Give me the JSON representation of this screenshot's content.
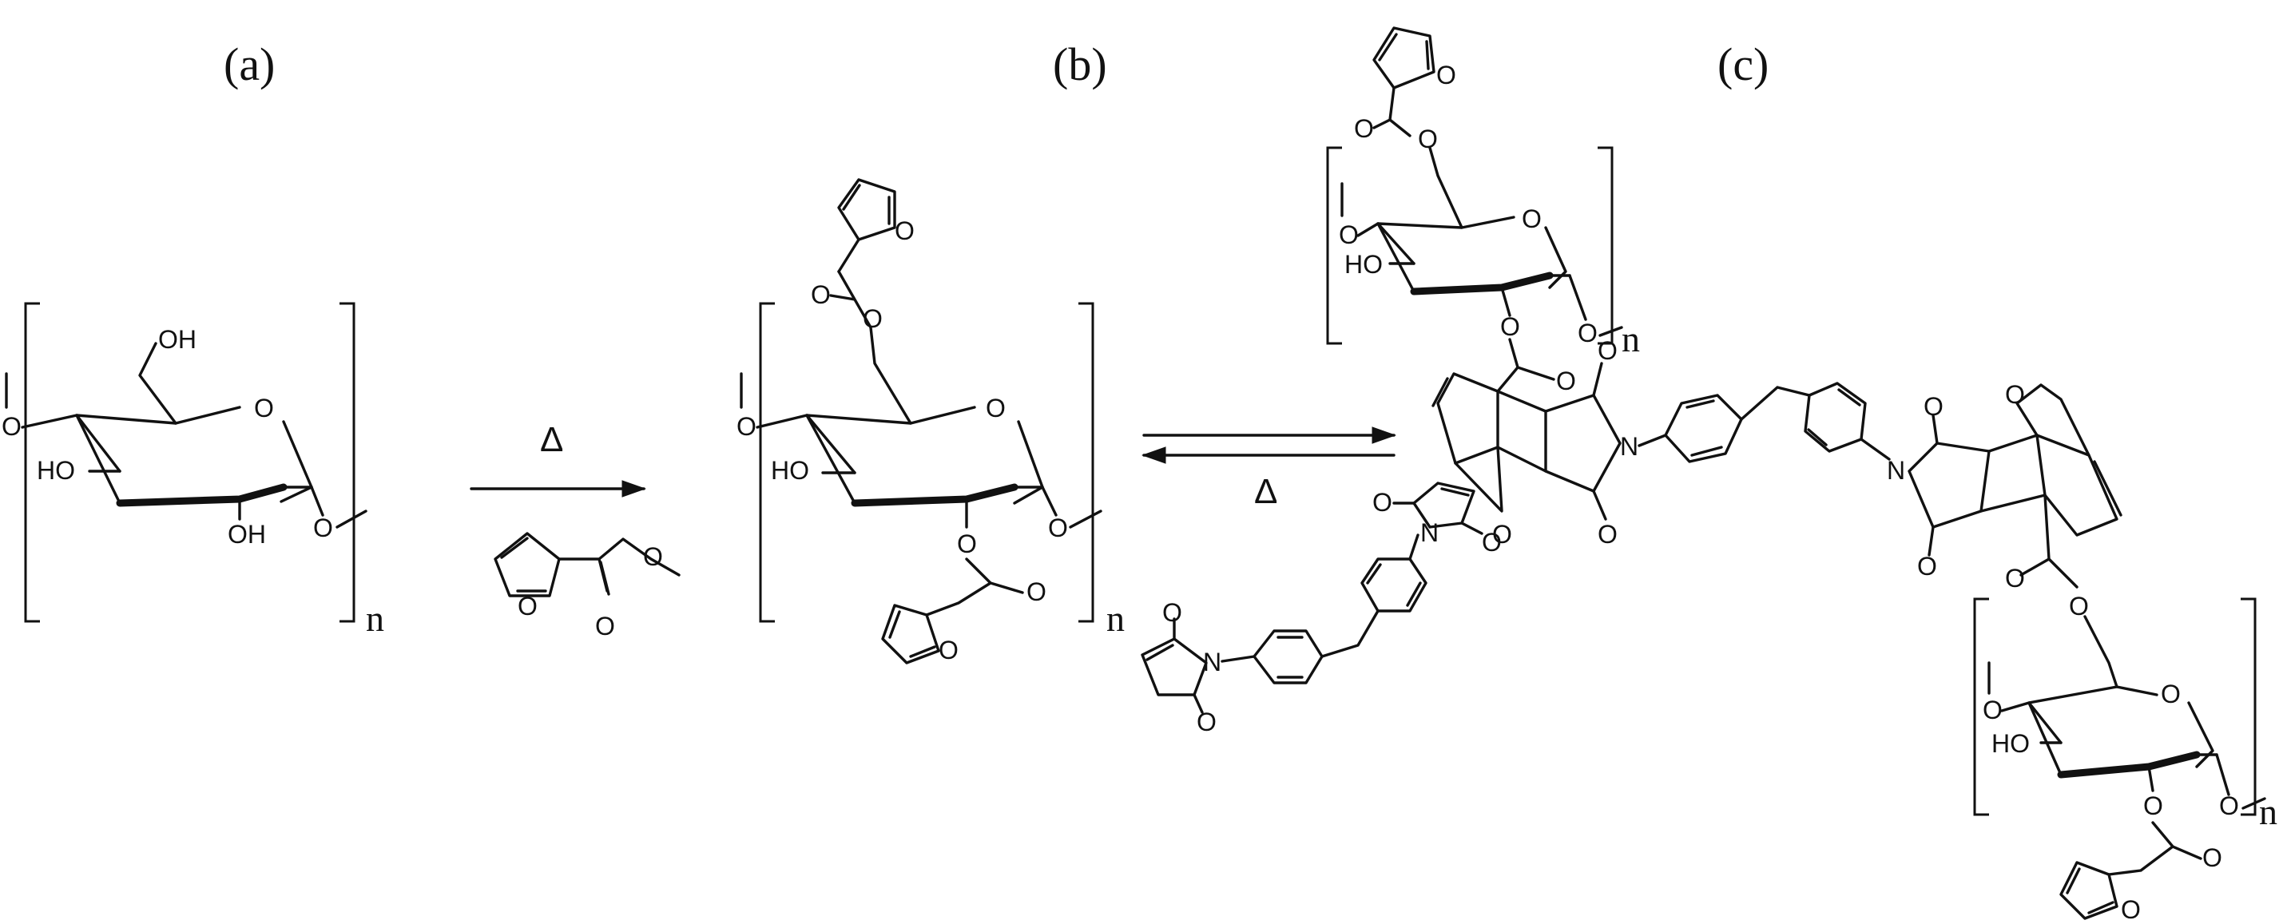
{
  "labels": {
    "a": "(a)",
    "b": "(b)",
    "c": "(c)"
  },
  "repeat_unit": "n",
  "atoms": {
    "oxygen": "O",
    "nitrogen": "N",
    "hydroxyl": "OH",
    "hydroxyl_left": "HO"
  },
  "conditions": {
    "heat": "Δ"
  },
  "colors": {
    "ink": "#111111",
    "background": "#ffffff"
  }
}
